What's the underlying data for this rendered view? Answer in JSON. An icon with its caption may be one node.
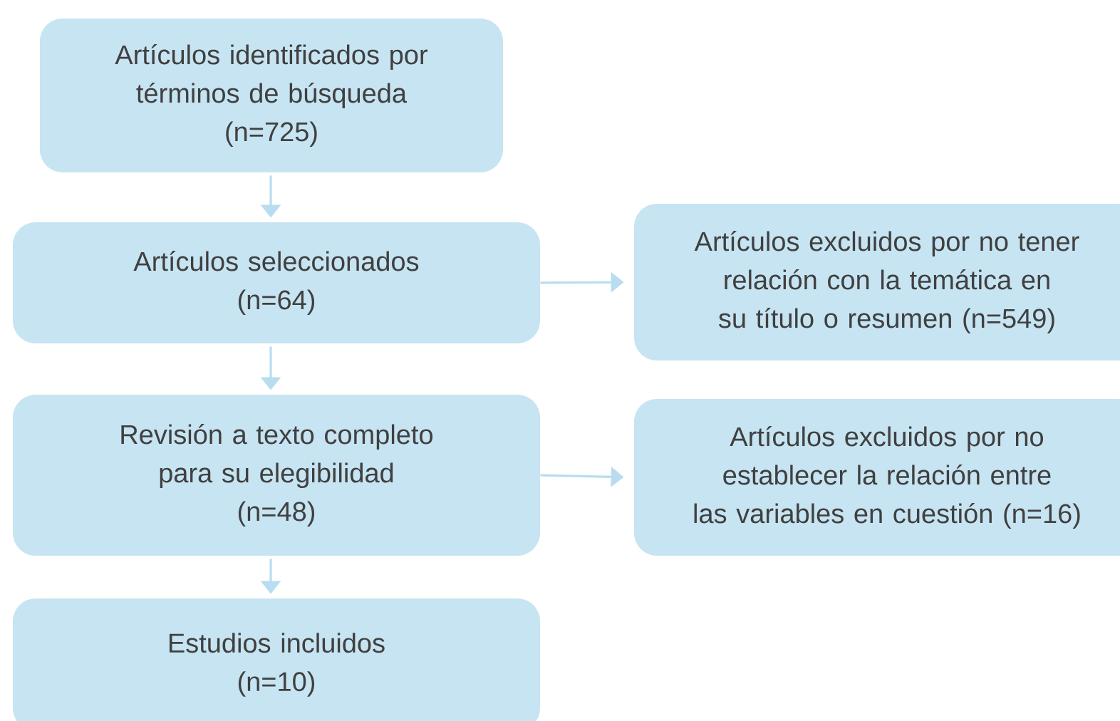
{
  "diagram": {
    "nodes": [
      {
        "text": [
          "Artículos identificados por términos de búsqueda",
          "(n=725)"
        ]
      },
      {
        "text": [
          "Artículos seleccionados",
          "(n=64)"
        ]
      },
      {
        "text": [
          "Artículos excluidos por no tener relación con la temática en su título o resumen (n=549)"
        ]
      },
      {
        "text": [
          "Revisión a texto completo para su elegibilidad",
          "(n=48)"
        ]
      },
      {
        "text": [
          "Artículos excluidos por no establecer la relación entre las variables en cuestión (n=16)"
        ]
      },
      {
        "text": [
          "Estudios incluidos",
          "(n=10)"
        ]
      }
    ],
    "edges": [
      {
        "from": 0,
        "to": 1,
        "arrow": "to"
      },
      {
        "from": 1,
        "to": 2,
        "arrow": "to"
      },
      {
        "from": 1,
        "to": 3,
        "arrow": "to"
      },
      {
        "from": 3,
        "to": 4,
        "arrow": "to"
      },
      {
        "from": 3,
        "to": 5,
        "arrow": "to"
      }
    ]
  }
}
